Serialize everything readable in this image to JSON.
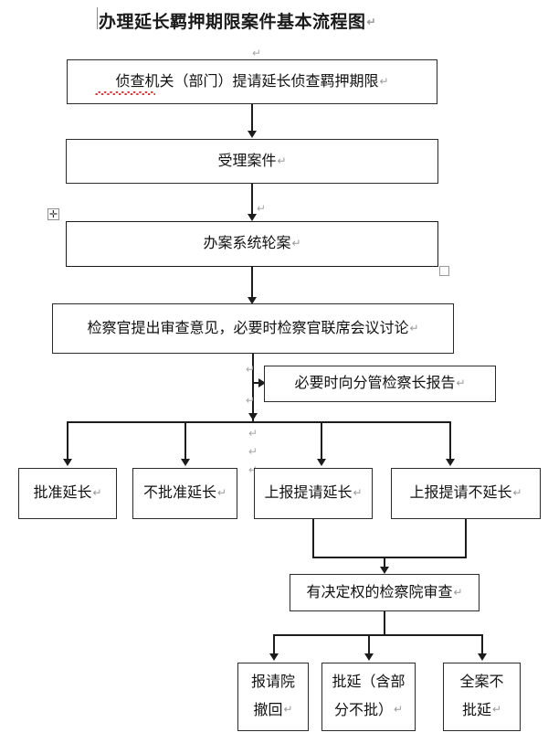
{
  "document": {
    "title": "办理延长羁押期限案件基本流程图",
    "paragraph_mark": "↵"
  },
  "flowchart": {
    "type": "flowchart",
    "orientation": "top-to-bottom",
    "nodes": [
      {
        "id": "n1",
        "label": "侦查机关（部门）提请延长侦查羁押期限",
        "spellcheck_underline": true
      },
      {
        "id": "n2",
        "label": "受理案件"
      },
      {
        "id": "n3",
        "label": "办案系统轮案",
        "selected": true
      },
      {
        "id": "n4",
        "label": "检察官提出审查意见，必要时检察官联席会议讨论"
      },
      {
        "id": "n5",
        "label": "必要时向分管检察长报告"
      },
      {
        "id": "n6",
        "label": "批准延长"
      },
      {
        "id": "n7",
        "label": "不批准延长"
      },
      {
        "id": "n8",
        "label": "上报提请延长"
      },
      {
        "id": "n9",
        "label": "上报提请不延长"
      },
      {
        "id": "n10",
        "label": "有决定权的检察院审查"
      },
      {
        "id": "n11",
        "line1": "报请院",
        "line2": "撤回"
      },
      {
        "id": "n12",
        "line1": "批延（含部",
        "line2": "分不批）"
      },
      {
        "id": "n13",
        "line1": "全案不",
        "line2": "批延"
      }
    ],
    "edges": [
      {
        "from": "n1",
        "to": "n2",
        "arrow": "down"
      },
      {
        "from": "n2",
        "to": "n3",
        "arrow": "down"
      },
      {
        "from": "n3",
        "to": "n4",
        "arrow": "down"
      },
      {
        "from": "n4",
        "to": "n5",
        "arrow": "right"
      },
      {
        "from": "n4",
        "to": "n6",
        "arrow": "down"
      },
      {
        "from": "n4",
        "to": "n7",
        "arrow": "down"
      },
      {
        "from": "n4",
        "to": "n8",
        "arrow": "down"
      },
      {
        "from": "n4",
        "to": "n9",
        "arrow": "down"
      },
      {
        "from": "n8",
        "to": "n10",
        "arrow": "down"
      },
      {
        "from": "n9",
        "to": "n10",
        "arrow": "down"
      },
      {
        "from": "n10",
        "to": "n11",
        "arrow": "down"
      },
      {
        "from": "n10",
        "to": "n12",
        "arrow": "down"
      },
      {
        "from": "n10",
        "to": "n13",
        "arrow": "down"
      }
    ]
  },
  "editor_artifacts": {
    "move_handle_glyph": "✛",
    "paragraph_marks": [
      "↵",
      "↵",
      "↵",
      "↵",
      "↵"
    ]
  },
  "colors": {
    "box_border": "#2b2b2b",
    "connector": "#1c1c1c",
    "text": "#111111",
    "spellcheck": "#d32f2f",
    "handle_border": "#9a9a9a",
    "mark": "#a8a8a8",
    "background": "#ffffff"
  }
}
